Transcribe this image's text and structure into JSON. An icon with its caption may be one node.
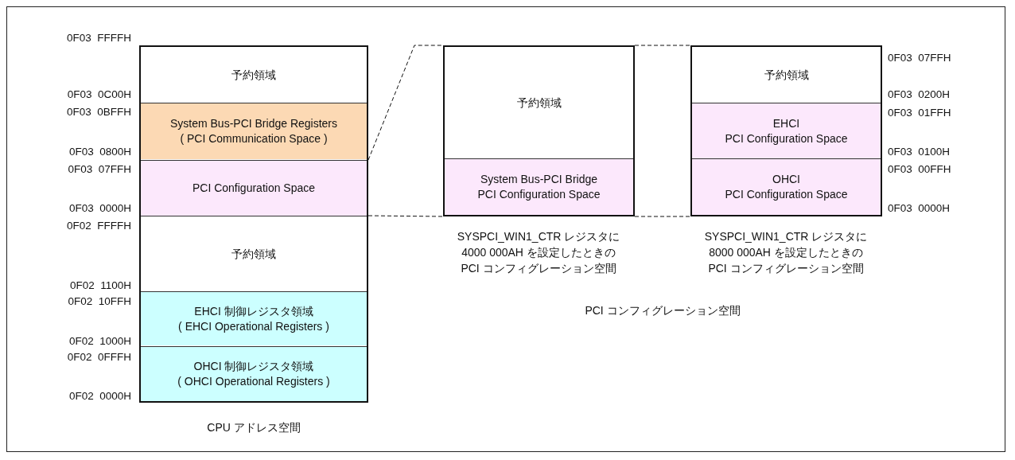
{
  "diagram": {
    "nodes": [
      {
        "text": [],
        "shape": "box",
        "beside": [
          "CPU アドレス空間"
        ]
      },
      {
        "text": [
          "予約領域"
        ],
        "in": 0
      },
      {
        "text": [
          "System Bus-PCI Bridge Registers",
          "( PCI Communication Space )"
        ],
        "in": 0
      },
      {
        "text": [
          "PCI Configuration Space"
        ],
        "in": 0
      },
      {
        "text": [
          "予約領域"
        ],
        "in": 0
      },
      {
        "text": [
          "EHCI 制御レジスタ領域",
          "( EHCI Operational Registers )"
        ],
        "in": 0
      },
      {
        "text": [
          "OHCI 制御レジスタ領域",
          "( OHCI Operational Registers )"
        ],
        "in": 0
      },
      {
        "text": [],
        "shape": "box",
        "beside": [
          "SYSPCI_WIN1_CTR レジスタに 4000 000AH を設定したときの PCI コンフィグレーション空間"
        ]
      },
      {
        "text": [
          "予約領域"
        ],
        "in": 7
      },
      {
        "text": [
          "System Bus-PCI Bridge",
          "PCI Configuration Space"
        ],
        "in": 7
      },
      {
        "text": [],
        "shape": "box",
        "beside": [
          "SYSPCI_WIN1_CTR レジスタに 8000 000AH を設定したときの PCI コンフィグレーション空間"
        ]
      },
      {
        "text": [
          "予約領域"
        ],
        "in": 10
      },
      {
        "text": [
          "EHCI",
          "PCI Configuration Space"
        ],
        "in": 10
      },
      {
        "text": [
          "OHCI",
          "PCI Configuration Space"
        ],
        "in": 10
      }
    ],
    "edges": [
      {
        "from": 3,
        "to": 7,
        "arrow": "none",
        "style": "dashed"
      },
      {
        "from": 3,
        "to": 7,
        "arrow": "none",
        "style": "dashed"
      },
      {
        "from": 7,
        "to": 10,
        "arrow": "none",
        "style": "dashed"
      },
      {
        "from": 7,
        "to": 10,
        "arrow": "none",
        "style": "dashed"
      }
    ],
    "labels": [
      "0F03  FFFFH",
      "0F03  0C00H",
      "0F03  0BFFH",
      "0F03  0800H",
      "0F03  07FFH",
      "0F03  0000H",
      "0F02  FFFFH",
      "0F02  1100H",
      "0F02  10FFH",
      "0F02  1000H",
      "0F02  0FFFH",
      "0F02  0000H",
      "0F03  07FFH",
      "0F03  0200H",
      "0F03  01FFH",
      "0F03  0100H",
      "0F03  00FFH",
      "0F03  0000H",
      "PCI コンフィグレーション空間"
    ]
  }
}
